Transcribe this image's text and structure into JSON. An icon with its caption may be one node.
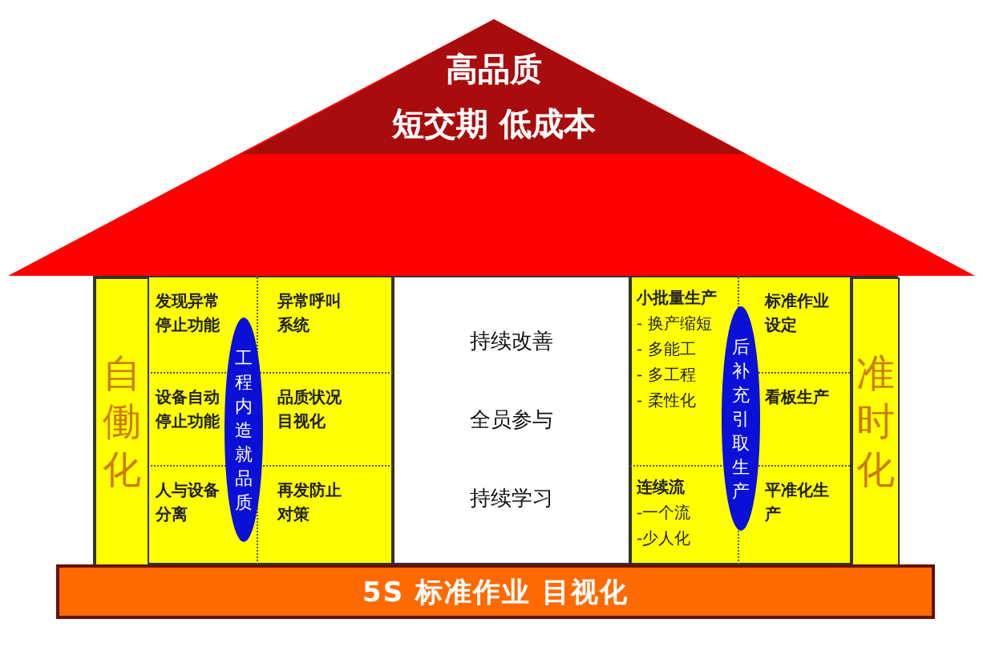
{
  "diagram": {
    "nodes": [
      {
        "text": [
          "高品质"
        ]
      },
      {
        "text": [
          "短交期 低成本"
        ]
      },
      {
        "text": [],
        "shape": "box"
      },
      {
        "text": [
          "自働化"
        ],
        "in": 2
      },
      {
        "text": [
          "发现异常停止功能"
        ],
        "in": 2
      },
      {
        "text": [
          "异常呼叫系统"
        ],
        "in": 2
      },
      {
        "text": [
          "设备自动停止功能"
        ],
        "in": 2
      },
      {
        "text": [
          "品质状况目视化"
        ],
        "in": 2
      },
      {
        "text": [
          "人与设备分离"
        ],
        "in": 2
      },
      {
        "text": [
          "再发防止对策"
        ],
        "in": 2
      },
      {
        "text": [
          "工程内造就品质"
        ],
        "in": 2
      },
      {
        "text": [
          "持续改善",
          "全员参与",
          "持续学习"
        ]
      },
      {
        "text": [],
        "shape": "box"
      },
      {
        "text": [
          "小批量生产",
          "- 换产缩短",
          "- 多能工",
          "- 多工程",
          "- 柔性化"
        ],
        "in": 12
      },
      {
        "text": [
          "连续流",
          "-一个流",
          "-少人化"
        ],
        "in": 12
      },
      {
        "text": [
          "标准作业设定"
        ],
        "in": 12
      },
      {
        "text": [
          "看板生产"
        ],
        "in": 12
      },
      {
        "text": [
          "平准化生产"
        ],
        "in": 12
      },
      {
        "text": [
          "后补充引取生产"
        ],
        "in": 12
      },
      {
        "text": [
          "准时化"
        ],
        "in": 12
      },
      {
        "text": [
          "5S 标准作业 目视化"
        ]
      }
    ]
  }
}
